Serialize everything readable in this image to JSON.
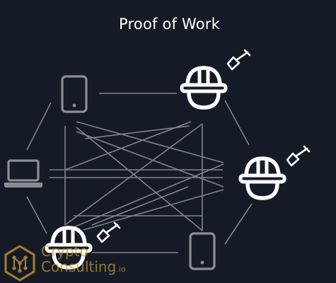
{
  "title": "Proof of Work",
  "brand": {
    "line1": "Crypto",
    "line2": "Consulting",
    "suffix": ".io"
  },
  "colors": {
    "background": "#151b26",
    "device": "#8a8f96",
    "miner": "#ffffff",
    "link": "#8a8f96",
    "brand": "#c99a2e"
  },
  "nodes": [
    {
      "id": "phone-top",
      "kind": "phone"
    },
    {
      "id": "miner-top",
      "kind": "miner"
    },
    {
      "id": "laptop-left",
      "kind": "laptop"
    },
    {
      "id": "miner-right",
      "kind": "miner"
    },
    {
      "id": "miner-bottom",
      "kind": "miner"
    },
    {
      "id": "phone-bottom",
      "kind": "phone"
    }
  ],
  "icons": {
    "phone": "smartphone-icon",
    "laptop": "laptop-icon",
    "miner": "hard-hat-icon",
    "tool": "shovel-icon",
    "logo": "network-hexagon-logo-icon"
  }
}
